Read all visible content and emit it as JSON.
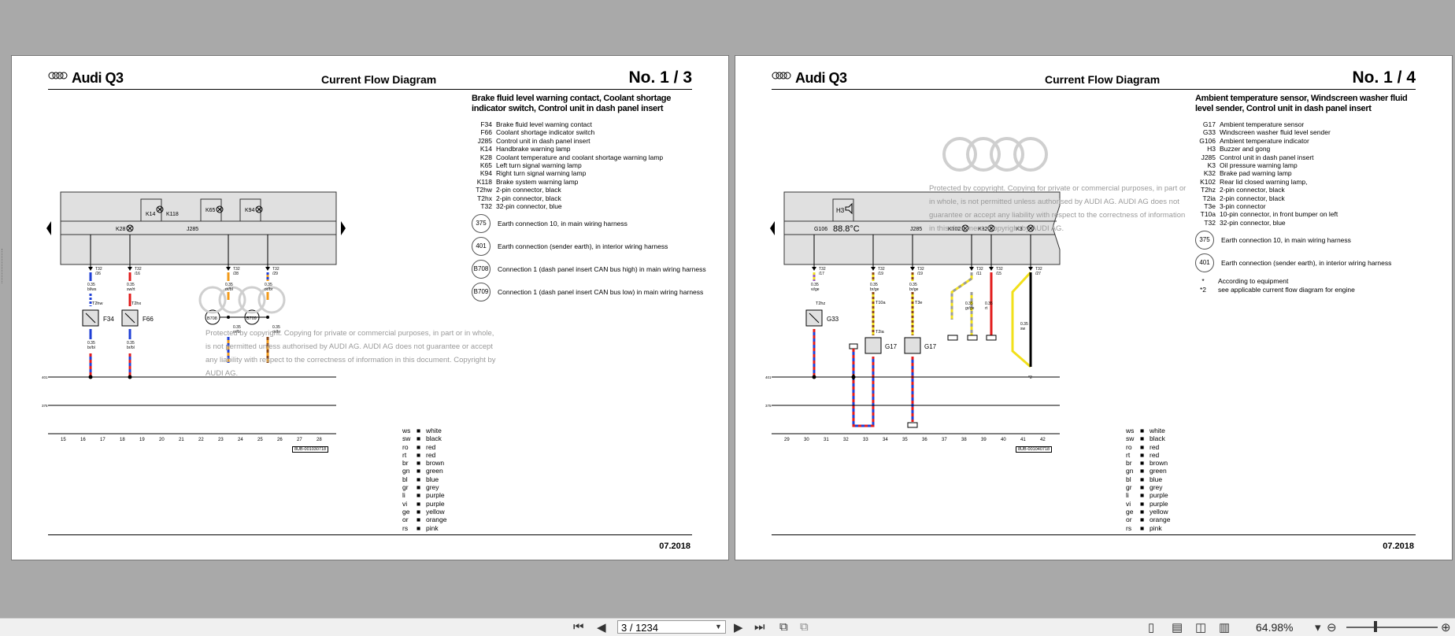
{
  "pages": [
    {
      "model": "Audi Q3",
      "diagram_label": "Current Flow Diagram",
      "number": "No.  1 / 3",
      "title": "Brake fluid level warning contact, Coolant shortage indicator switch, Control unit in dash panel insert",
      "components": [
        {
          "code": "F34",
          "text": "Brake fluid level warning contact"
        },
        {
          "code": "F66",
          "text": "Coolant shortage indicator switch"
        },
        {
          "code": "J285",
          "text": "Control unit in dash panel insert"
        },
        {
          "code": "K14",
          "text": "Handbrake warning lamp"
        },
        {
          "code": "K28",
          "text": "Coolant temperature and coolant shortage warning lamp"
        },
        {
          "code": "K65",
          "text": "Left turn signal warning lamp"
        },
        {
          "code": "K94",
          "text": "Right turn signal warning lamp"
        },
        {
          "code": "K118",
          "text": "Brake system warning lamp"
        },
        {
          "code": "T2hw",
          "text": "2-pin connector, black"
        },
        {
          "code": "T2hx",
          "text": "2-pin connector, black"
        },
        {
          "code": "T32",
          "text": "32-pin connector, blue"
        }
      ],
      "earths": [
        {
          "code": "375",
          "text": "Earth connection 10, in main wiring harness"
        },
        {
          "code": "401",
          "text": "Earth connection (sender earth), in interior wiring harness"
        },
        {
          "code": "B708",
          "text": "Connection 1 (dash panel insert CAN bus high) in main wiring harness"
        },
        {
          "code": "B709",
          "text": "Connection 1 (dash panel insert CAN bus low) in main wiring harness"
        }
      ],
      "notes": [],
      "date": "07.2018",
      "doc_ref": "8UB-001030718",
      "column_numbers": [
        "15",
        "16",
        "17",
        "18",
        "19",
        "20",
        "21",
        "22",
        "23",
        "24",
        "25",
        "26",
        "27",
        "28"
      ],
      "box_labels": {
        "k28": "K28",
        "j285": "J285",
        "k14": "K14",
        "k118": "K118",
        "k65": "K65",
        "k94": "K94"
      },
      "wire_labels": {
        "w1": {
          "pin": "T32",
          "pos": "/26",
          "size": "0.35",
          "color": "bl/ws"
        },
        "w2": {
          "pin": "T32",
          "pos": "/16",
          "size": "0.35",
          "color": "sw/rt"
        },
        "w3": {
          "pin": "T32",
          "pos": "/28",
          "size": "0.35",
          "color": "or/bl"
        },
        "w4": {
          "pin": "T32",
          "pos": "/29",
          "size": "0.35",
          "color": "or/br"
        }
      },
      "switch_labels": {
        "f34": "F34",
        "f66": "F66",
        "t2hw": "T2hw",
        "t2hx": "T2hx"
      },
      "bus_labels": {
        "b708": "B708",
        "b709": "B709"
      },
      "lower_wires": {
        "w1": "0.35 br/bl",
        "w2": "0.35 br/bl",
        "w3": "0.35 or/bl",
        "w4": "0.35 or/br"
      },
      "earth_line_labels": {
        "e401": "401",
        "e375": "375"
      },
      "watermark": "Protected by copyright. Copying for private or commercial purposes, in part or in whole, is not permitted unless authorised by AUDI AG. AUDI AG does not guarantee or accept any liability with respect to the correctness of information in this document. Copyright by AUDI AG."
    },
    {
      "model": "Audi Q3",
      "diagram_label": "Current Flow Diagram",
      "number": "No.  1 / 4",
      "title": "Ambient temperature sensor, Windscreen washer fluid level sender, Control unit in dash panel insert",
      "components": [
        {
          "code": "G17",
          "text": "Ambient temperature sensor"
        },
        {
          "code": "G33",
          "text": "Windscreen washer fluid level sender"
        },
        {
          "code": "G106",
          "text": "Ambient temperature indicator"
        },
        {
          "code": "H3",
          "text": "Buzzer and gong"
        },
        {
          "code": "J285",
          "text": "Control unit in dash panel insert"
        },
        {
          "code": "K3",
          "text": "Oil pressure warning lamp"
        },
        {
          "code": "K32",
          "text": "Brake pad warning lamp"
        },
        {
          "code": "K102",
          "text": "Rear lid closed warning lamp,"
        },
        {
          "code": "T2hz",
          "text": "2-pin connector, black"
        },
        {
          "code": "T2ia",
          "text": "2-pin connector, black"
        },
        {
          "code": "T3e",
          "text": "3-pin connector"
        },
        {
          "code": "T10a",
          "text": "10-pin connector, in front bumper on left"
        },
        {
          "code": "T32",
          "text": "32-pin connector, blue"
        }
      ],
      "earths": [
        {
          "code": "375",
          "text": "Earth connection 10, in main wiring harness"
        },
        {
          "code": "401",
          "text": "Earth connection (sender earth), in interior wiring harness"
        }
      ],
      "notes": [
        {
          "code": "*",
          "text": "According to equipment"
        },
        {
          "code": "*2",
          "text": "see applicable current flow diagram for engine"
        }
      ],
      "date": "07.2018",
      "doc_ref": "8UB-001040718",
      "column_numbers": [
        "29",
        "30",
        "31",
        "32",
        "33",
        "34",
        "35",
        "36",
        "37",
        "38",
        "39",
        "40",
        "41",
        "42"
      ],
      "box_labels": {
        "g106": "G106",
        "temp": "88.8°C",
        "j285": "J285",
        "k102": "K102",
        "k32": "K32",
        "k3": "K3",
        "h3": "H3"
      },
      "wire_labels": {
        "w1": {
          "pin": "T32",
          "pos": "/17",
          "size": "0.35",
          "color": "vi/ge"
        },
        "w2": {
          "pin": "T32",
          "pos": "/19",
          "size": "0.35",
          "color": "br/ge"
        },
        "w3": {
          "pin": "T32",
          "pos": "/19",
          "size": "0.35",
          "color": "br/ge"
        },
        "w4": {
          "pin": "T32",
          "pos": "/11",
          "size": "0.35",
          "color": "gr/ge"
        },
        "w5": {
          "pin": "T32",
          "pos": "/15",
          "size": "0.35",
          "color": "rt"
        },
        "w6": {
          "pin": "T32",
          "pos": "/27",
          "size": "0.35",
          "color": "sw"
        }
      },
      "switch_labels": {
        "g33": "G33",
        "g17a": "G17",
        "g17b": "G17",
        "t2hz": "T2hz",
        "t10a": "T10a",
        "t2ia": "T2ia",
        "t3e": "T3e"
      },
      "earth_line_labels": {
        "e401": "401",
        "e375": "375"
      },
      "watermark": "Protected by copyright. Copying for private or commercial purposes, in part or in whole, is not permitted unless authorised by AUDI AG. AUDI AG does not guarantee or accept any liability with respect to the correctness of information in this document. Copyright by AUDI AG.",
      "footnote_mark": "*2"
    }
  ],
  "colour_codes": [
    {
      "abbr": "ws",
      "name": "white"
    },
    {
      "abbr": "sw",
      "name": "black"
    },
    {
      "abbr": "ro",
      "name": "red"
    },
    {
      "abbr": "rt",
      "name": "red"
    },
    {
      "abbr": "br",
      "name": "brown"
    },
    {
      "abbr": "gn",
      "name": "green"
    },
    {
      "abbr": "bl",
      "name": "blue"
    },
    {
      "abbr": "gr",
      "name": "grey"
    },
    {
      "abbr": "li",
      "name": "purple"
    },
    {
      "abbr": "vi",
      "name": "purple"
    },
    {
      "abbr": "ge",
      "name": "yellow"
    },
    {
      "abbr": "or",
      "name": "orange"
    },
    {
      "abbr": "rs",
      "name": "pink"
    }
  ],
  "toolbar": {
    "page_indicator": "3 / 1234",
    "zoom": "64.98%",
    "icons": [
      "first-page-icon",
      "prev-page-icon",
      "next-page-icon",
      "last-page-icon",
      "fit-page-icon",
      "fit-width-icon",
      "single-page-icon",
      "continuous-icon",
      "two-page-icon",
      "two-page-continuous-icon",
      "zoom-out-icon",
      "zoom-in-icon"
    ]
  },
  "colors": {
    "wire_blue": "#1f3fd6",
    "wire_red": "#e21b1b",
    "wire_orange": "#f29a1a",
    "wire_yellow": "#f2e01a",
    "wire_grey": "#9a9a9a",
    "panel_grey": "#e0e0e0"
  }
}
